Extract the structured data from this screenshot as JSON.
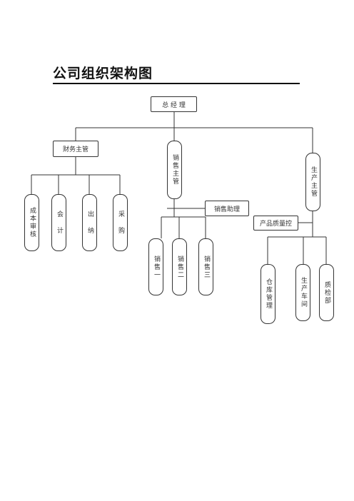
{
  "title": "公司组织架构图",
  "org": {
    "gm": "总 经 理",
    "finance": {
      "head": "财务主管",
      "units": [
        "成本审核",
        "会 计",
        "出 纳",
        "采 购"
      ]
    },
    "sales": {
      "head": "销售主管",
      "assistant": "销售助理",
      "units": [
        "销售一",
        "销售二",
        "销售三"
      ]
    },
    "production": {
      "head": "生产主管",
      "qc": "产品质量控",
      "units": [
        "仓库管理",
        "生产车间",
        "质检部"
      ]
    }
  }
}
